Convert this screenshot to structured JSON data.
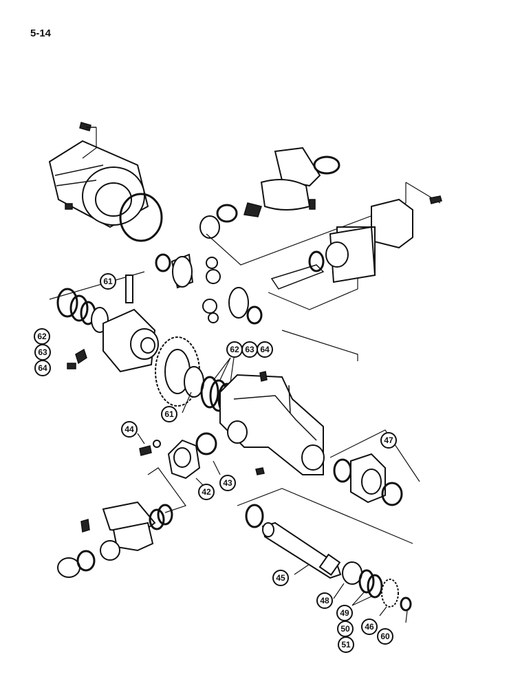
{
  "page": {
    "number": "5-14"
  },
  "callouts": {
    "c61a": "61",
    "c62a": "62",
    "c63a": "63",
    "c64a": "64",
    "c62b": "62",
    "c63b": "63",
    "c64b": "64",
    "c61b": "61",
    "c44": "44",
    "c42": "42",
    "c43": "43",
    "c47": "47",
    "c45": "45",
    "c48": "48",
    "c49": "49",
    "c50": "50",
    "c51": "51",
    "c46": "46",
    "c60": "60"
  }
}
